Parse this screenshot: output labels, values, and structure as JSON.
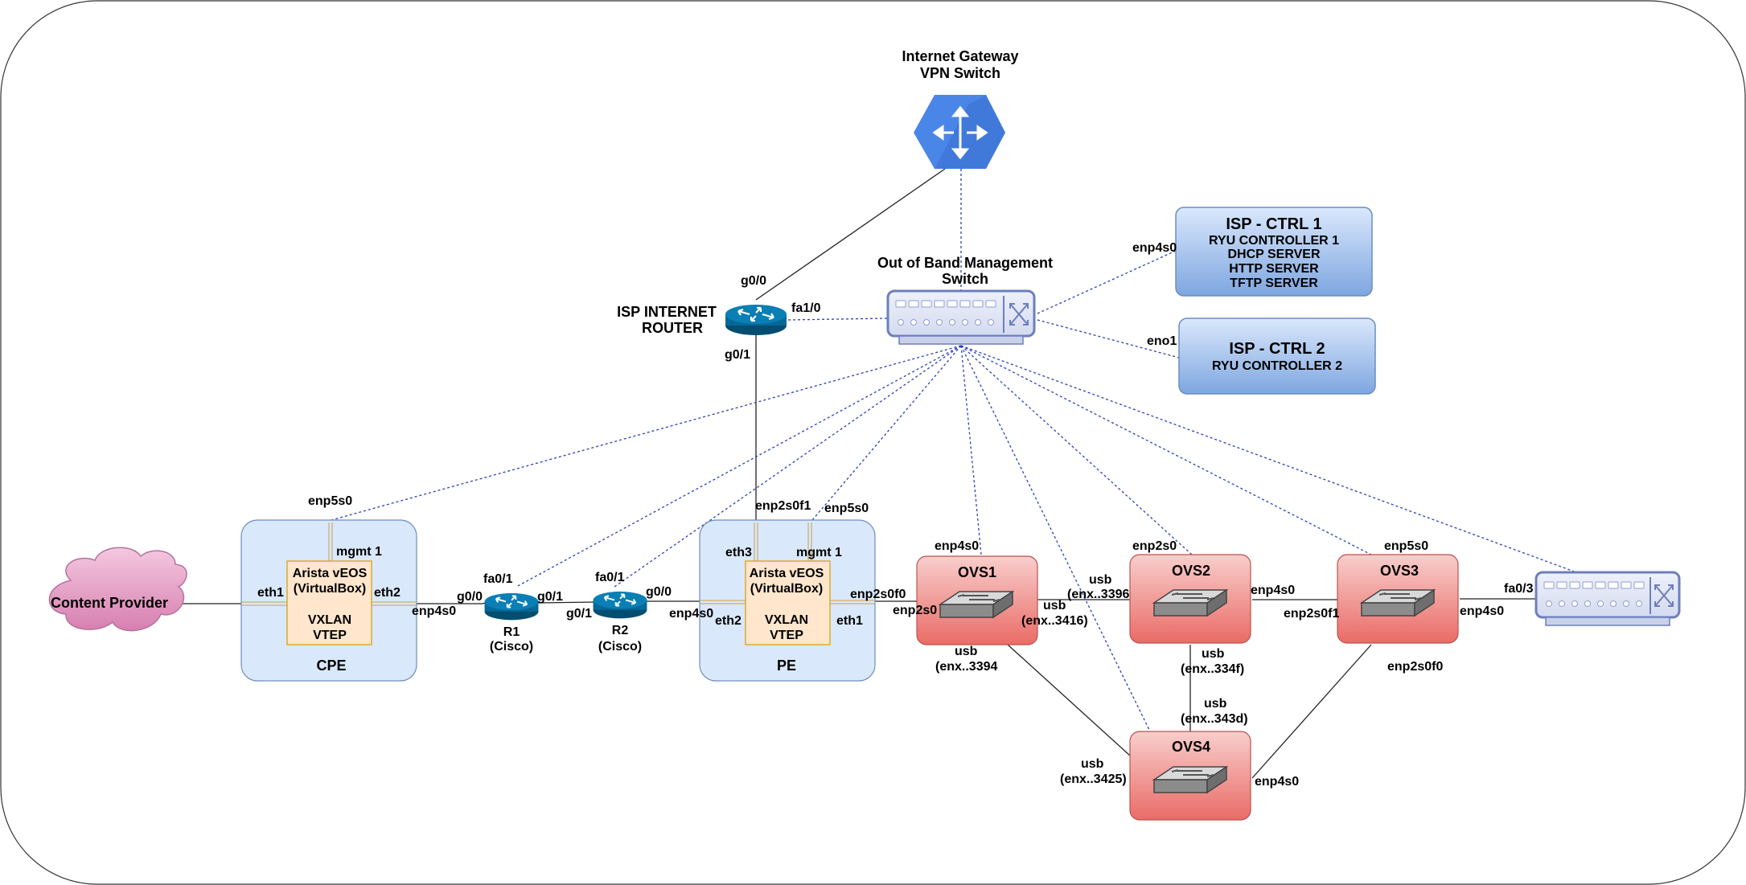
{
  "nodes": {
    "internet_gateway": {
      "title_line1": "Internet Gateway",
      "title_line2": "VPN Switch"
    },
    "isp_router": {
      "title_line1": "ISP INTERNET",
      "title_line2": "ROUTER"
    },
    "oob_switch": {
      "title_line1": "Out of Band Management",
      "title_line2": "Switch"
    },
    "ctrl1": {
      "title": "ISP - CTRL 1",
      "lines": [
        "RYU CONTROLLER 1",
        "DHCP SERVER",
        "HTTP SERVER",
        "TFTP SERVER"
      ]
    },
    "ctrl2": {
      "title": "ISP - CTRL 2",
      "lines": [
        "RYU CONTROLLER 2"
      ]
    },
    "content_provider": {
      "label": "Content Provider"
    },
    "cpe": {
      "label": "CPE",
      "inner_line1": "Arista vEOS",
      "inner_line2": "(VirtualBox)",
      "inner_line3": "VXLAN",
      "inner_line4": "VTEP"
    },
    "pe": {
      "label": "PE",
      "inner_line1": "Arista vEOS",
      "inner_line2": "(VirtualBox)",
      "inner_line3": "VXLAN",
      "inner_line4": "VTEP"
    },
    "r1": {
      "label_line1": "R1",
      "label_line2": "(Cisco)"
    },
    "r2": {
      "label_line1": "R2",
      "label_line2": "(Cisco)"
    },
    "ovs1": {
      "label": "OVS1"
    },
    "ovs2": {
      "label": "OVS2"
    },
    "ovs3": {
      "label": "OVS3"
    },
    "ovs4": {
      "label": "OVS4"
    }
  },
  "ports": {
    "router_g00": "g0/0",
    "router_fa10": "fa1/0",
    "router_g01": "g0/1",
    "ctrl1_enp4s0": "enp4s0",
    "ctrl2_eno1": "eno1",
    "cpe_enp5s0": "enp5s0",
    "cpe_mgmt1": "mgmt 1",
    "cpe_eth1": "eth1",
    "cpe_eth2": "eth2",
    "cpe_enp4s0": "enp4s0",
    "r1_fa01": "fa0/1",
    "r1_g00": "g0/0",
    "r1_g01": "g0/1",
    "r2_fa01": "fa0/1",
    "r2_g00": "g0/0",
    "r2_g01": "g0/1",
    "pe_enp2s0f1": "enp2s0f1",
    "pe_enp5s0": "enp5s0",
    "pe_eth3": "eth3",
    "pe_mgmt1": "mgmt 1",
    "pe_enp4s0": "enp4s0",
    "pe_eth2": "eth2",
    "pe_eth1": "eth1",
    "pe_enp2s0f0": "enp2s0f0",
    "ovs1_enp4s0": "enp4s0",
    "ovs1_enp2s0": "enp2s0",
    "ovs1_usb_r_1": "usb",
    "ovs1_usb_r_2": "(enx..3396)",
    "ovs1_usb_r2_1": "usb",
    "ovs1_usb_r2_2": "(enx..3416)",
    "ovs1_usb_b_1": "usb",
    "ovs1_usb_b_2": "(enx..3394",
    "ovs2_enp2s0": "enp2s0",
    "ovs2_enp4s0": "enp4s0",
    "ovs2_usb_b_1": "usb",
    "ovs2_usb_b_2": "(enx..334f)",
    "ovs3_enp5s0": "enp5s0",
    "ovs3_enp2s0f1": "enp2s0f1",
    "ovs3_enp4s0": "enp4s0",
    "ovs3_enp2s0f0": "enp2s0f0",
    "ovs4_usb_t_1": "usb",
    "ovs4_usb_t_2": "(enx..343d)",
    "ovs4_usb_l_1": "usb",
    "ovs4_usb_l_2": "(enx..3425)",
    "ovs4_enp4s0": "enp4s0",
    "sw_fa03": "fa0/3"
  },
  "colors": {
    "gateway_blue": "#4a86e8",
    "ctrl_fill_top": "#dae8fc",
    "ctrl_fill_bottom": "#7ea6e0",
    "site_fill": "#dae8fc",
    "vtep_fill": "#ffe6cc",
    "ovs_fill_top": "#f8cecc",
    "ovs_fill_bottom": "#ea6b66",
    "cloud_fill": "#e6a0c4",
    "router_fill": "#036897",
    "oob_link": "#2b3fb8"
  },
  "icons": {
    "gateway": "router-hexagon-icon",
    "isp_router": "router-icon",
    "oob_switch": "switch-icon",
    "ovs": "switch-icon",
    "cloud": "cloud-icon"
  }
}
